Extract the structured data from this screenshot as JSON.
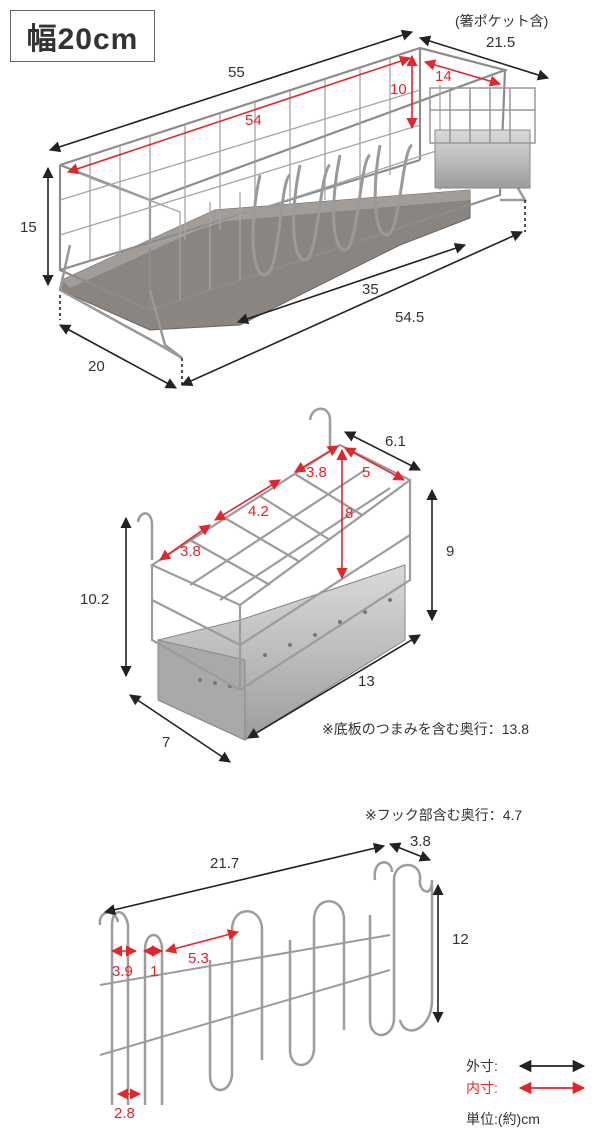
{
  "badge": {
    "text": "幅20cm"
  },
  "section1": {
    "width_outer": "55",
    "depth_outer_note": "(箸ポケット含)",
    "depth_outer": "21.5",
    "inner_length": "54",
    "inner_height": "10",
    "inner_pocket": "14",
    "height": "15",
    "bottom_inner": "35",
    "bottom_outer": "54.5",
    "depth_bottom": "20"
  },
  "section2": {
    "depth": "6.1",
    "inner_a": "3.8",
    "inner_b": "5",
    "inner_c": "4.2",
    "inner_d": "3.8",
    "inner_height": "8",
    "height_right": "9",
    "height_left": "10.2",
    "width": "13",
    "depth_bottom": "7",
    "note": "※底板のつまみを含む奥行：13.8"
  },
  "section3": {
    "note": "※フック部含む奥行：4.7",
    "depth": "3.8",
    "width": "21.7",
    "height": "12",
    "inner_a": "3.9",
    "inner_b": "1",
    "inner_c": "5.3",
    "inner_d": "2.8"
  },
  "legend": {
    "outer": "外寸:",
    "inner": "内寸:",
    "unit": "単位:(約)cm",
    "outer_color": "#222222",
    "inner_color": "#e6252b"
  }
}
